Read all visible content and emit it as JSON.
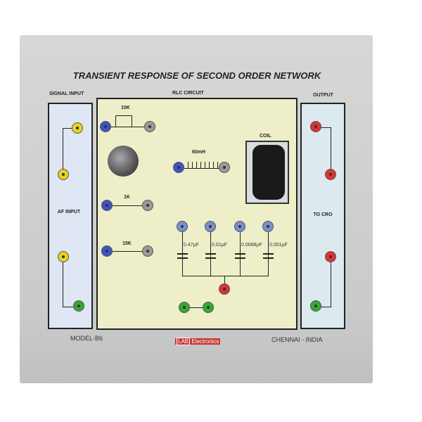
{
  "title": "TRANSIENT RESPONSE OF SECOND ORDER NETWORK",
  "sections": {
    "signal_input": "SIGNAL INPUT",
    "rlc": "RLC CIRCUIT",
    "output": "OUTPUT"
  },
  "left": {
    "label": "AF INPUT"
  },
  "right": {
    "label": "TO CRO"
  },
  "components": {
    "pot": "10K",
    "r1": "1K",
    "r2": "15K",
    "inductor": "60mH",
    "coil": "COIL",
    "caps": [
      "0.47µF",
      "0.01µF",
      "0.0068µF",
      "0.001µF"
    ]
  },
  "footer": {
    "model": "MODEL-B6",
    "brand_a": "LAB",
    "brand_b": "Electronics",
    "location": "CHENNAI - INDIA"
  }
}
